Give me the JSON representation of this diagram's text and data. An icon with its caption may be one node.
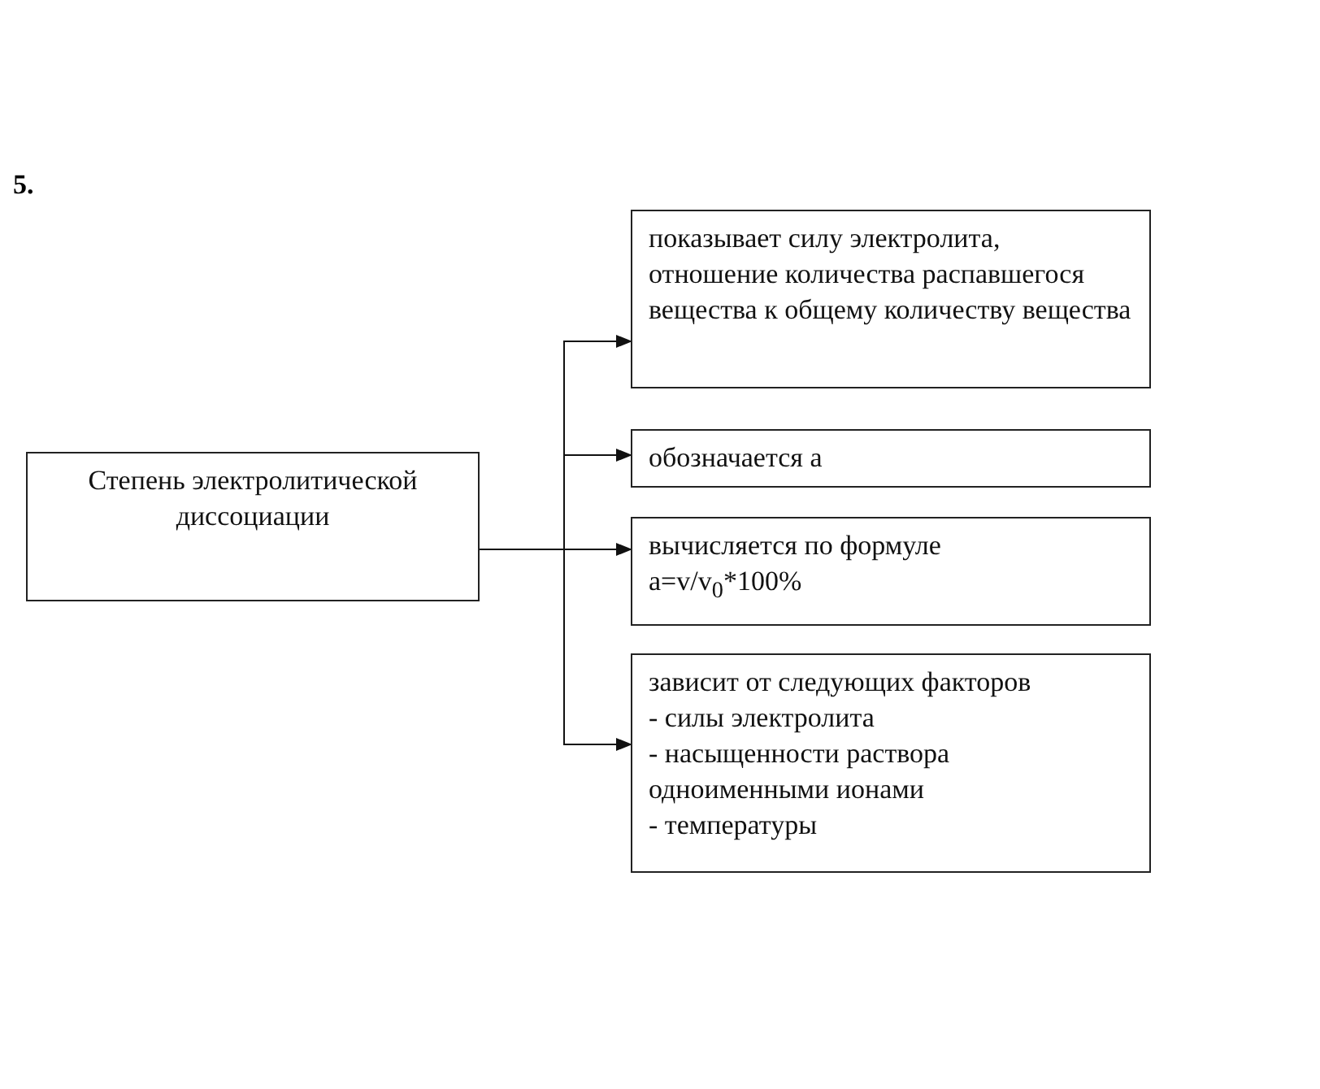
{
  "diagram": {
    "nodes": [
      {
        "text": [
          "Степень электролитической диссоциации"
        ]
      },
      {
        "text": [
          "показывает силу электролита, отношение количества распавшегося вещества к общему количеству вещества"
        ]
      },
      {
        "text": [
          "обозначается a"
        ]
      },
      {
        "text": [
          "вычисляется по формуле",
          "a=v/v$_{0}$*100%"
        ]
      },
      {
        "text": [
          "зависит от следующих факторов",
          "- силы электролита",
          "- насыщенности раствора одноименными ионами",
          "- температуры"
        ]
      }
    ],
    "edges": [
      {
        "from": 0,
        "to": 1,
        "arrow": "to"
      },
      {
        "from": 0,
        "to": 2,
        "arrow": "to"
      },
      {
        "from": 0,
        "to": 3,
        "arrow": "to"
      },
      {
        "from": 0,
        "to": 4,
        "arrow": "to"
      }
    ],
    "labels": [
      "5."
    ]
  }
}
